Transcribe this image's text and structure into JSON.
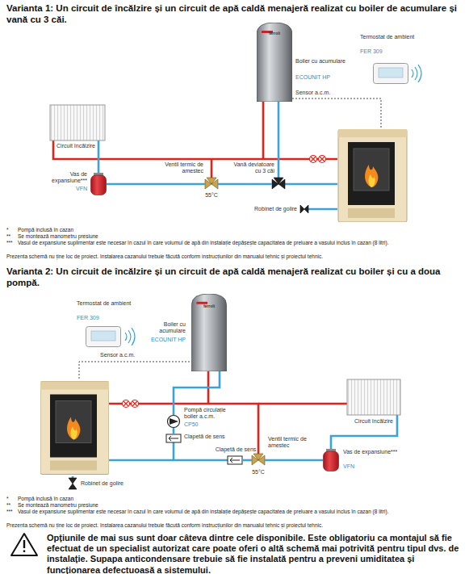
{
  "diagram": {
    "nodes": [
      {
        "text": [
          "Boiler cu acumulare",
          "ECOUNIT HP"
        ]
      },
      {
        "text": [
          "Termostat de ambient",
          "FER 309"
        ]
      },
      {
        "text": [
          "Circuit încălzire"
        ]
      },
      {
        "text": [
          "Vas de expansiune***",
          "VFN"
        ]
      },
      {
        "text": [
          "Ventil termic de amestec",
          "55°C"
        ]
      },
      {
        "text": [
          "Vană deviatoare cu 3 căi"
        ]
      },
      {
        "text": [
          "Robinet de golire"
        ]
      },
      {
        "text": [
          "Termostat de ambient",
          "FER 309"
        ]
      },
      {
        "text": [
          "Boiler cu acumulare",
          "ECOUNIT HP"
        ]
      },
      {
        "text": [
          "Pompă circulație boiler a.c.m.",
          "CP50"
        ]
      },
      {
        "text": [
          "Clapetă de sens"
        ]
      },
      {
        "text": [
          "Clapetă de sens"
        ]
      },
      {
        "text": [
          "Ventil termic de amestec",
          "55°C"
        ]
      },
      {
        "text": [
          "Circuit încălzire"
        ]
      },
      {
        "text": [
          "Vas de expansiune***",
          "VFN"
        ]
      },
      {
        "text": [
          "Robinet de golire"
        ]
      }
    ],
    "edges": [
      {
        "from": 3,
        "to": 4,
        "arrow": "none"
      },
      {
        "from": 4,
        "to": 5,
        "arrow": "none"
      },
      {
        "from": 9,
        "to": 10,
        "arrow": "none"
      },
      {
        "from": 11,
        "to": 12,
        "arrow": "none"
      },
      {
        "from": 12,
        "to": 14,
        "arrow": "none"
      }
    ],
    "labels": [
      "Varianta 1: Un circuit de încălzire și un circuit de apă caldă menajeră realizat cu boiler de acumulare și vană cu 3 căi.",
      "ferroli",
      "Sensor a.c.m.",
      "*",
      "Pompă inclusă în cazan",
      "**",
      "Se montează manometru presiune",
      "***",
      "Vasul de expansiune suplimentar este necesar în cazul în care volumul de apă din instalație depășește capacitatea de preluare a vasului inclus în cazan (8 litri).",
      "Prezenta schemă nu ține loc de proiect. Instalarea cazanului trebuie făcută conform instrucțiunilor din manualul tehnic și proiectul tehnic.",
      "Varianta 2: Un circuit de încălzire și un circuit de apă caldă menajeră realizat cu boiler și cu a doua pompă.",
      "ferroli",
      "Sensor a.c.m.",
      "*",
      "Pompă inclusă în cazan",
      "**",
      "Se montează manometru presiune",
      "***",
      "Vasul de expansiune suplimentar este necesar în cazul în care volumul de apă din instalație depășește capacitatea de preluare a vasului inclus în cazan (8 litri).",
      "Prezenta schemă nu ține loc de proiect. Instalarea cazanului trebuie făcută conform instrucțiunilor din manualul tehnic și proiectul tehnic.",
      "Opțiunile de mai sus sunt doar câteva dintre cele disponibile. Este obligatoriu ca montajul să fie efectuat de un specialist autorizat care poate oferi o altă schemă mai potrivită pentru tipul dvs. de instalație. Supapa anticondensare trebuie să fie instalată pentru a preveni umiditatea și funcționarea defectuoasă a sistemului."
    ]
  }
}
